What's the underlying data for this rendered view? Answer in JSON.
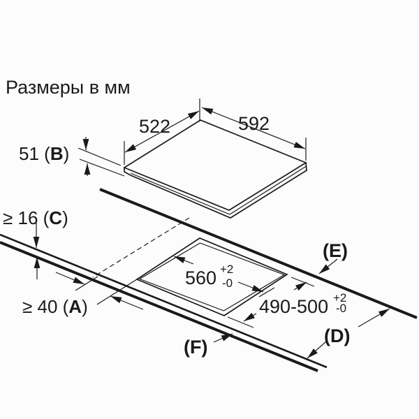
{
  "title": "Размеры в мм",
  "colors": {
    "ink": "#1a1a1a",
    "background": "#fcfcfc"
  },
  "dimensions": {
    "hob_depth_top": "522",
    "hob_width_top": "592",
    "hob_height": {
      "prefix": "51 (",
      "letter": "B",
      "suffix": ")"
    },
    "worktop_thickness": {
      "prefix": "≥ 16 (",
      "letter": "C",
      "suffix": ")"
    },
    "front_clearance": {
      "prefix": "≥ 40 (",
      "letter": "A",
      "suffix": ")"
    },
    "cutout_width": {
      "value": "560",
      "tol_plus": "+2",
      "tol_minus": "-0"
    },
    "cutout_depth": {
      "value": "490-500",
      "tol_plus": "+2",
      "tol_minus": "-0"
    }
  },
  "reference_labels": {
    "d": "(D)",
    "e": "(E)",
    "f": "(F)"
  }
}
